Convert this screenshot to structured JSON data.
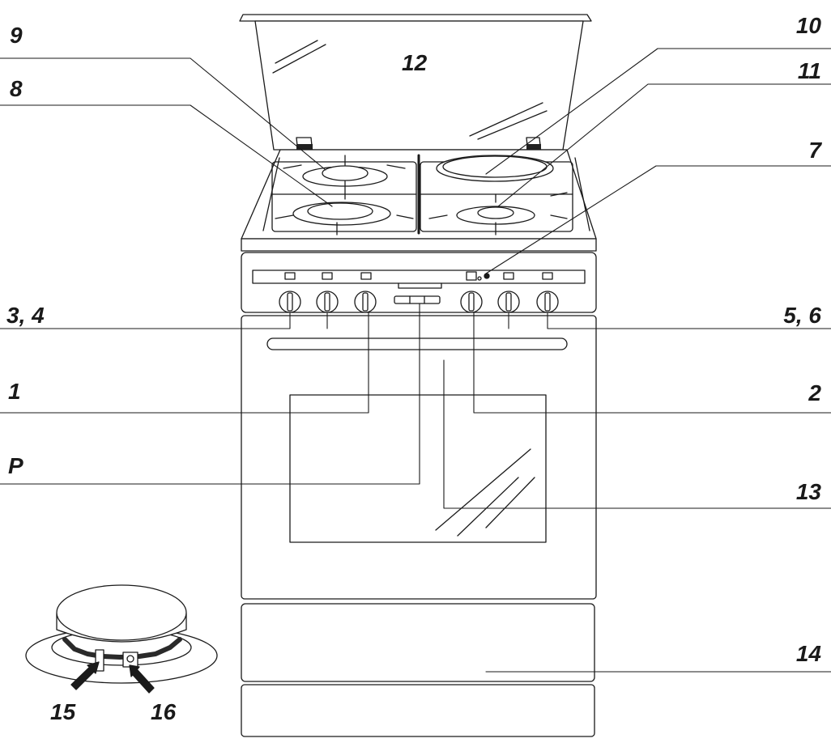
{
  "callouts": {
    "c9": "9",
    "c8": "8",
    "c10": "10",
    "c11": "11",
    "c12": "12",
    "c7": "7",
    "c34": "3, 4",
    "c56": "5, 6",
    "c1": "1",
    "c2": "2",
    "cP": "P",
    "c13": "13",
    "c14": "14",
    "c15": "15",
    "c16": "16"
  },
  "colors": {
    "line": "#1a1a1a",
    "fill": "#ffffff",
    "shade": "#e6e6e6",
    "dark": "#222222"
  }
}
